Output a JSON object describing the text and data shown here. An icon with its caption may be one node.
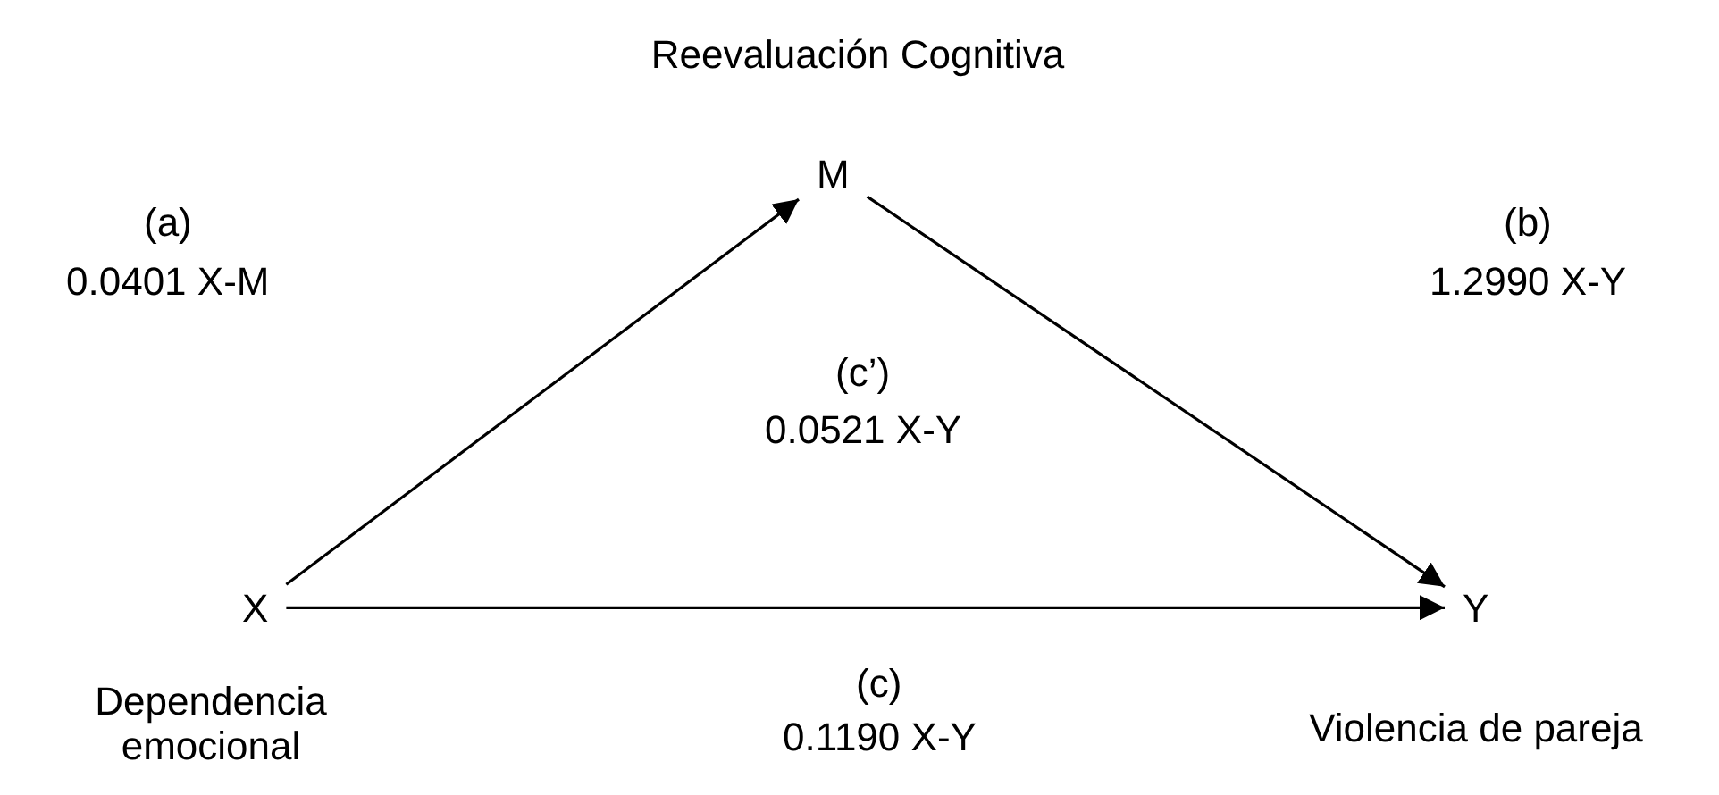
{
  "diagram": {
    "nodes": [
      {
        "text": [
          "X"
        ],
        "beside": [
          "Dependencia emocional"
        ]
      },
      {
        "text": [
          "M"
        ],
        "beside": [
          "Reevaluación Cognitiva"
        ]
      },
      {
        "text": [
          "Y"
        ],
        "beside": [
          "Violencia de pareja"
        ]
      }
    ],
    "edges": [
      {
        "from": 0,
        "to": 1,
        "arrow": "to"
      },
      {
        "from": 1,
        "to": 2,
        "arrow": "to"
      },
      {
        "from": 0,
        "to": 2,
        "arrow": "to"
      }
    ],
    "labels": [
      "(a)",
      "(b)",
      "0.0401 X-M",
      "1.2990 X-Y",
      "(c’)",
      "0.0521 X-Y",
      "(c)",
      "0.1190 X-Y"
    ]
  }
}
